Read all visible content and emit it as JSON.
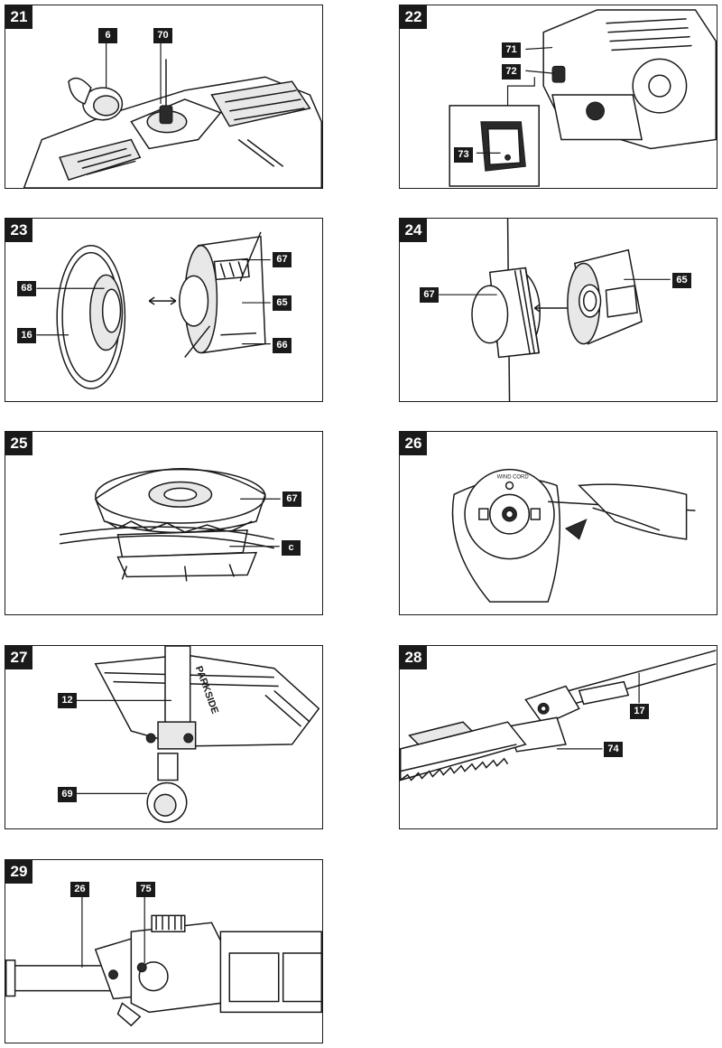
{
  "panels": [
    {
      "number": "21",
      "labels": [
        "6",
        "70"
      ]
    },
    {
      "number": "22",
      "labels": [
        "71",
        "72",
        "73"
      ]
    },
    {
      "number": "23",
      "labels": [
        "67",
        "68",
        "65",
        "16",
        "66"
      ]
    },
    {
      "number": "24",
      "labels": [
        "67",
        "65"
      ]
    },
    {
      "number": "25",
      "labels": [
        "67",
        "c"
      ]
    },
    {
      "number": "26",
      "labels": [],
      "spool_text": "WIND CORD"
    },
    {
      "number": "27",
      "labels": [
        "12",
        "69"
      ],
      "brand_text": "PARKSIDE"
    },
    {
      "number": "28",
      "labels": [
        "17",
        "74"
      ]
    },
    {
      "number": "29",
      "labels": [
        "26",
        "75"
      ]
    }
  ]
}
